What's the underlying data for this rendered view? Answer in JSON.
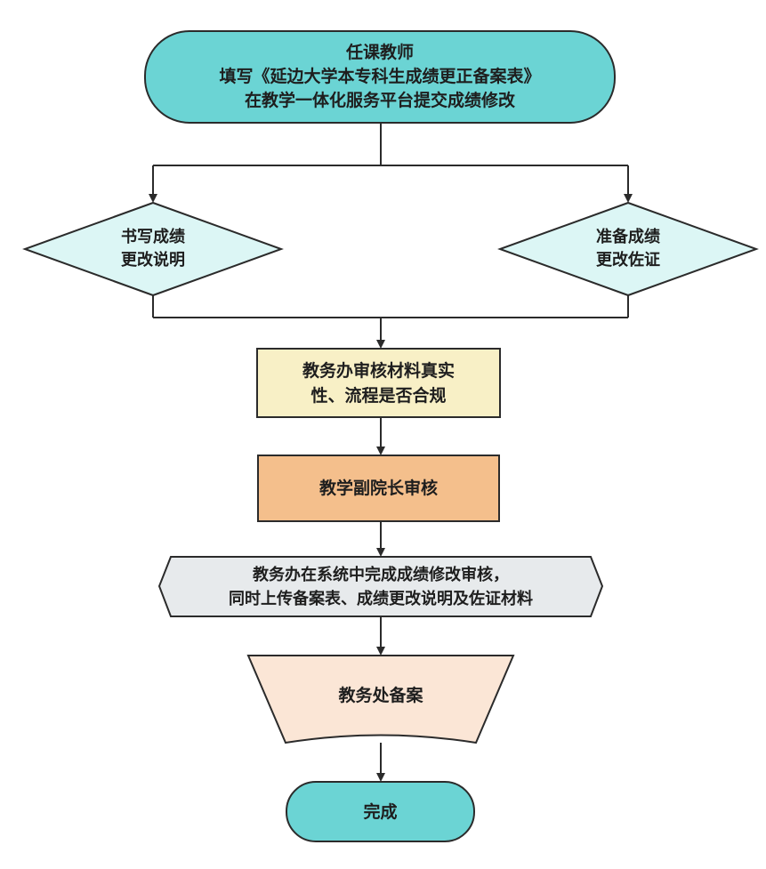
{
  "colors": {
    "teal": "#6bd4d4",
    "diamond": "#dcf6f5",
    "review": "#f8f0c6",
    "vp": "#f4bf8c",
    "system": "#e7eaec",
    "filing": "#fbe6d6",
    "stroke": "#2b2b2b"
  },
  "nodes": {
    "start": {
      "line1": "任课教师",
      "line2": "填写《延边大学本专科生成绩更正备案表》",
      "line3": "在教学一体化服务平台提交成绩修改"
    },
    "explain": {
      "line1": "书写成绩",
      "line2": "更改说明"
    },
    "evidence": {
      "line1": "准备成绩",
      "line2": "更改佐证"
    },
    "review": {
      "line1": "教务办审核材料真实",
      "line2": "性、流程是否合规"
    },
    "vp": {
      "line1": "教学副院长审核"
    },
    "system": {
      "line1": "教务办在系统中完成成绩修改审核，",
      "line2": "同时上传备案表、成绩更改说明及佐证材料"
    },
    "filing": {
      "line1": "教务处备案"
    },
    "end": {
      "line1": "完成"
    }
  }
}
